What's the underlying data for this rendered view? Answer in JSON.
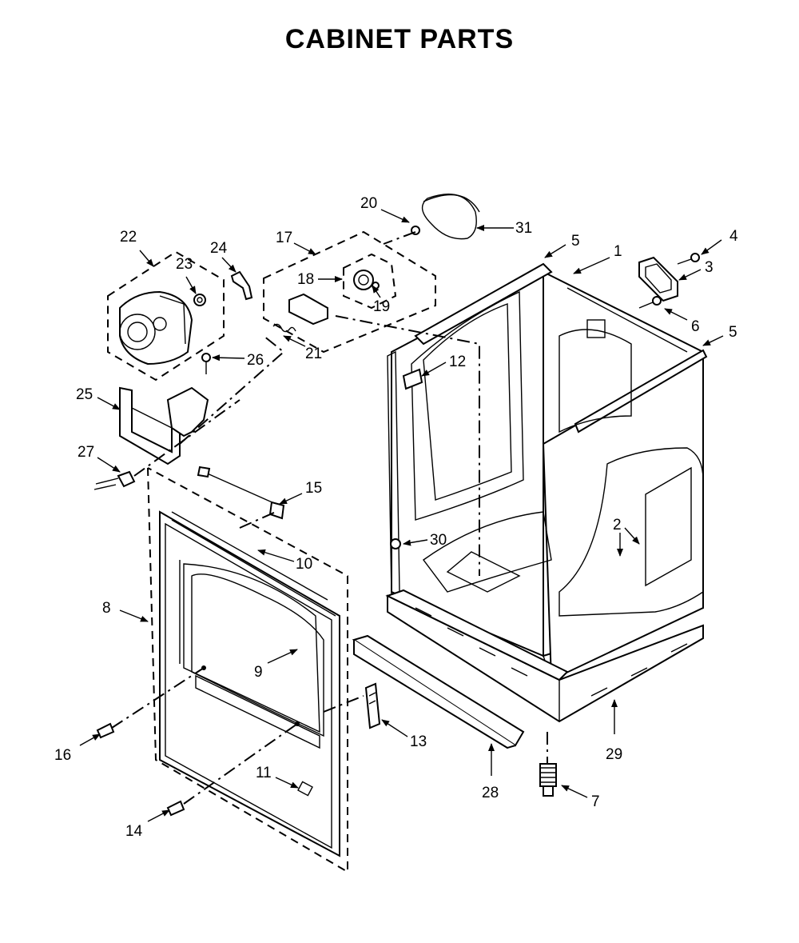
{
  "title": "CABINET PARTS",
  "callouts": {
    "c1": "1",
    "c2": "2",
    "c3": "3",
    "c4": "4",
    "c5a": "5",
    "c5b": "5",
    "c6": "6",
    "c7": "7",
    "c8": "8",
    "c9": "9",
    "c10": "10",
    "c11": "11",
    "c12": "12",
    "c13": "13",
    "c14": "14",
    "c15": "15",
    "c16": "16",
    "c17": "17",
    "c18": "18",
    "c19": "19",
    "c20": "20",
    "c21": "21",
    "c22": "22",
    "c23": "23",
    "c24": "24",
    "c25": "25",
    "c26": "26",
    "c27": "27",
    "c28": "28",
    "c29": "29",
    "c30": "30",
    "c31": "31"
  }
}
